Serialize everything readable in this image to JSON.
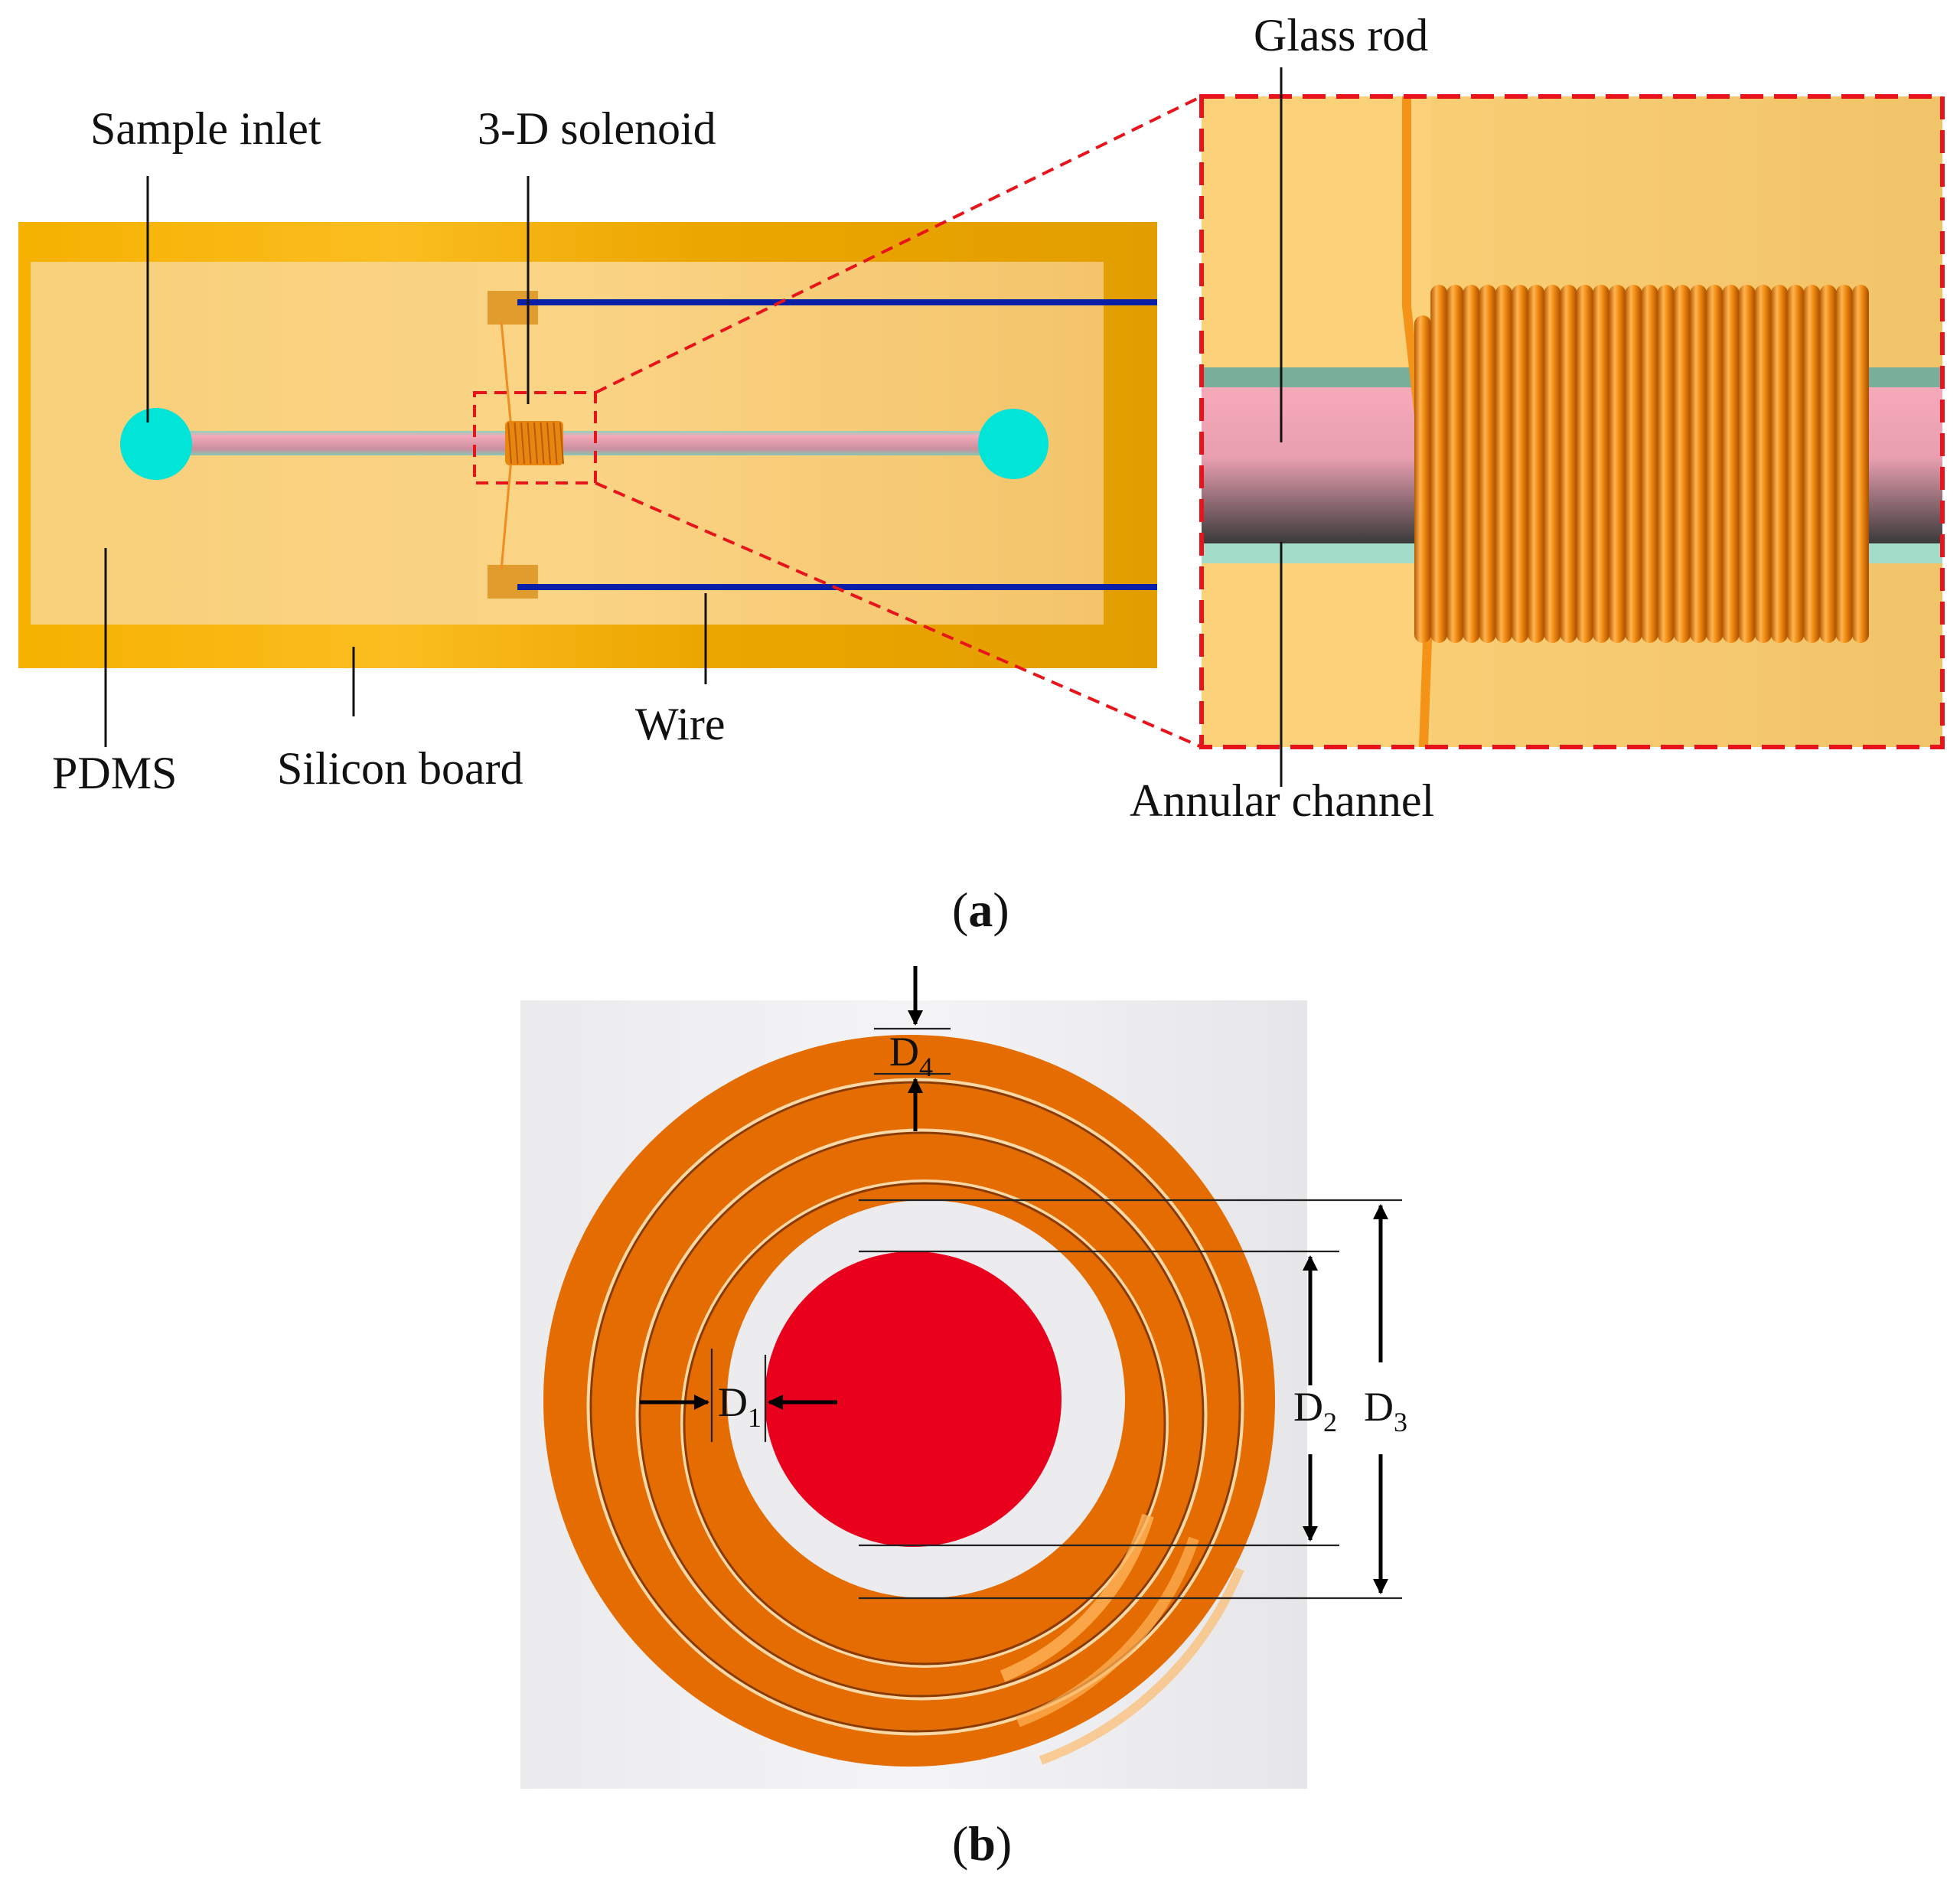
{
  "panel_a": {
    "labels": {
      "sample_inlet": "Sample inlet",
      "solenoid": "3-D solenoid",
      "glass_rod": "Glass rod",
      "pdms": "PDMS",
      "silicon_board": "Silicon board",
      "wire": "Wire",
      "annular_channel": "Annular channel"
    },
    "caption_open": "(",
    "caption_letter": "a",
    "caption_close": ")"
  },
  "panel_b": {
    "dims": {
      "d1": {
        "main": "D",
        "sub": "1"
      },
      "d2": {
        "main": "D",
        "sub": "2"
      },
      "d3": {
        "main": "D",
        "sub": "3"
      },
      "d4": {
        "main": "D",
        "sub": "4"
      }
    },
    "caption_open": "(",
    "caption_letter": "b",
    "caption_close": ")"
  },
  "colors": {
    "silicon_board": "#f6b000",
    "pdms": "#f8cc6e",
    "inlet": "#00e5d8",
    "glass_rod": "#f4a8b8",
    "annular_channel": "#8ed4bc",
    "coil": "#e57300",
    "wire": "#0a1fa8",
    "zoom_frame": "#e8141c",
    "rod_core": "#e8001c",
    "background_b": "#ececee"
  }
}
